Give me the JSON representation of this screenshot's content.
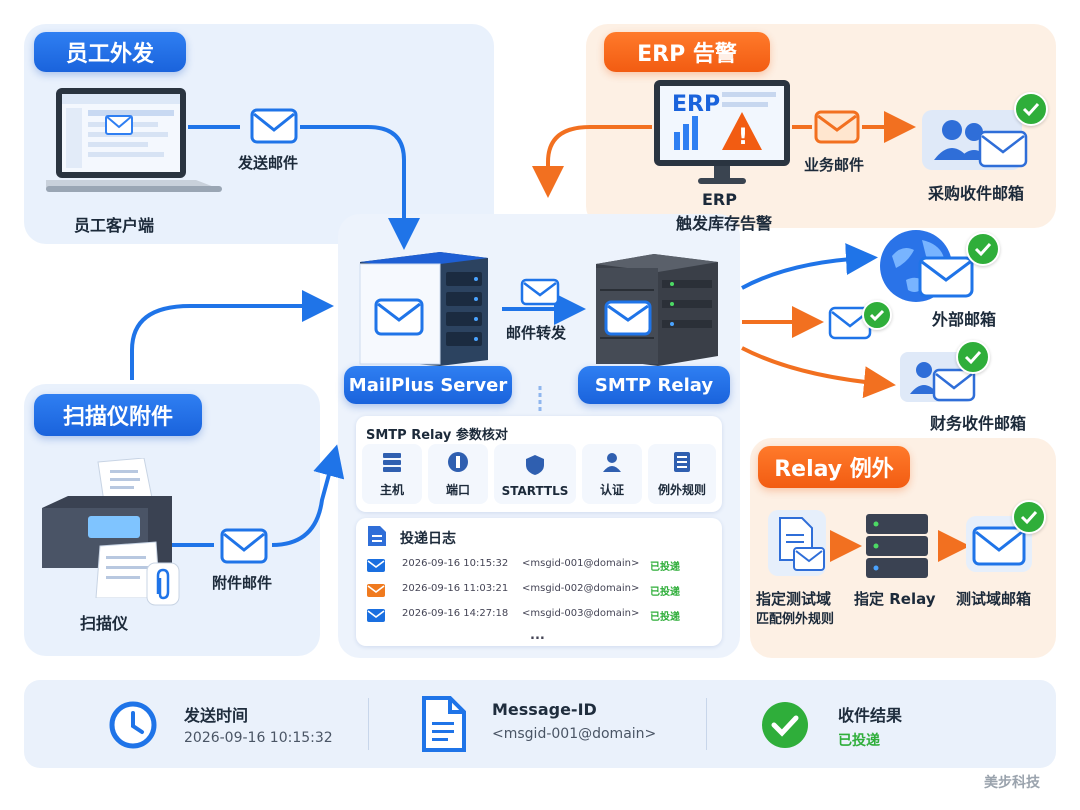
{
  "sections": {
    "employee": "员工外发",
    "erp": "ERP 告警",
    "scanner": "扫描仪附件",
    "relay_exception": "Relay 例外"
  },
  "nodes": {
    "employee_client": "员工客户端",
    "send_mail": "发送邮件",
    "erp_screen_label": "ERP",
    "erp_title": "ERP",
    "erp_caption": "触发库存告警",
    "business_mail": "业务邮件",
    "purchase_inbox": "采购收件邮箱",
    "mailplus_server": "MailPlus Server",
    "mail_forward": "邮件转发",
    "smtp_relay": "SMTP Relay",
    "external_mailbox": "外部邮箱",
    "finance_inbox": "财务收件邮箱",
    "scanner": "扫描仪",
    "attachment_mail": "附件邮件",
    "exception_step1_line1": "指定测试域",
    "exception_step1_line2": "匹配例外规则",
    "exception_step2": "指定 Relay",
    "exception_step3": "测试域邮箱"
  },
  "params": {
    "title": "SMTP Relay 参数核对",
    "items": [
      "主机",
      "端口",
      "STARTTLS",
      "认证",
      "例外规则"
    ]
  },
  "log": {
    "title": "投递日志",
    "rows": [
      {
        "time": "2026-09-16 10:15:32",
        "id": "<msgid-001@domain>",
        "status": "已投递",
        "color": "#1a6fe0"
      },
      {
        "time": "2026-09-16 11:03:21",
        "id": "<msgid-002@domain>",
        "status": "已投递",
        "color": "#f07a1e"
      },
      {
        "time": "2026-09-16 14:27:18",
        "id": "<msgid-003@domain>",
        "status": "已投递",
        "color": "#1a6fe0"
      }
    ],
    "more": "..."
  },
  "footer": {
    "send_time_label": "发送时间",
    "send_time_value": "2026-09-16 10:15:32",
    "message_id_label": "Message-ID",
    "message_id_value": "<msgid-001@domain>",
    "result_label": "收件结果",
    "result_value": "已投递"
  },
  "watermark": "美步科技",
  "colors": {
    "blue": "#1a6fe0",
    "orange": "#f27020",
    "green": "#2fae3a"
  },
  "icons": [
    "laptop-icon",
    "envelope-icon",
    "server-icon",
    "monitor-icon",
    "warning-icon",
    "users-icon",
    "globe-icon",
    "printer-icon",
    "paperclip-icon",
    "clock-icon",
    "document-icon",
    "check-icon",
    "shield-icon",
    "lock-icon",
    "list-icon",
    "user-icon",
    "port-icon"
  ]
}
